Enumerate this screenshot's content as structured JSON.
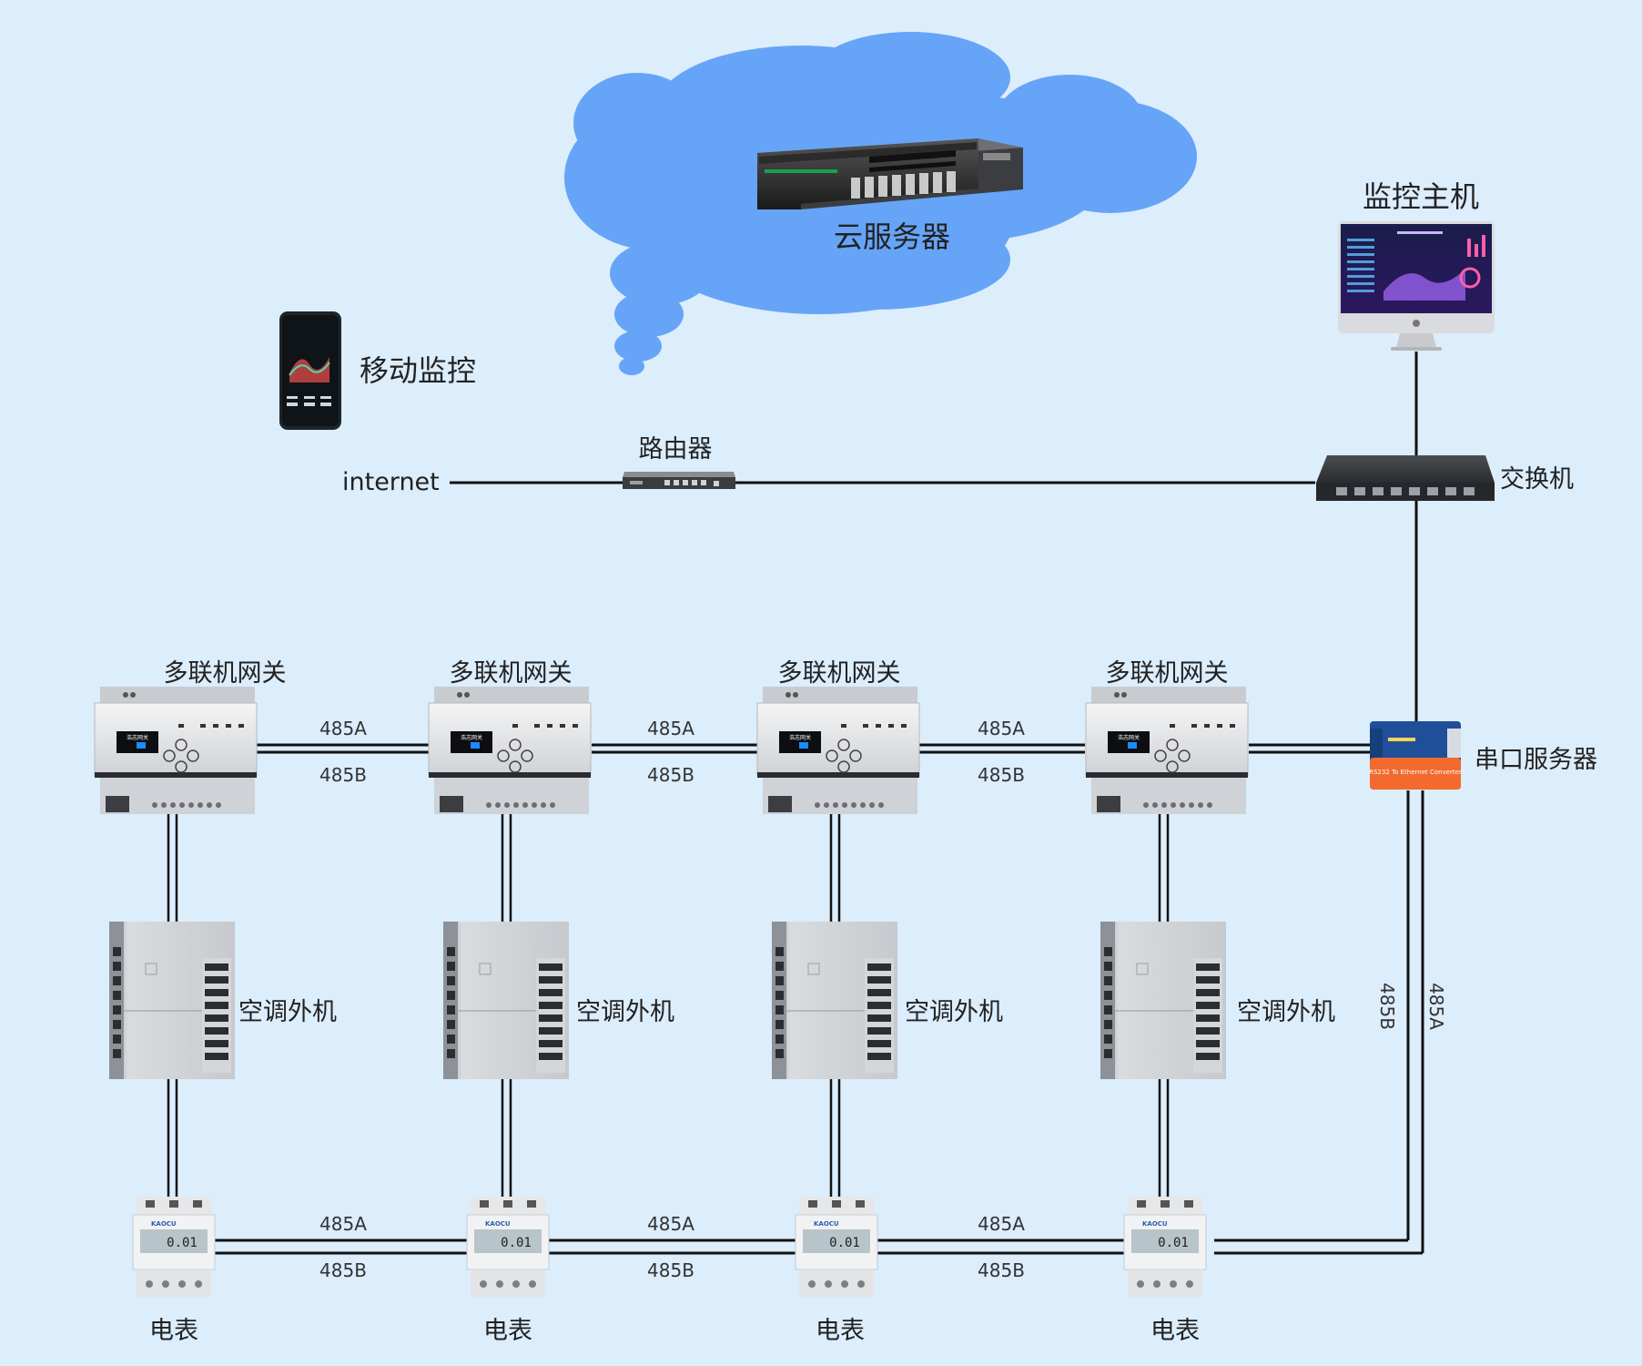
{
  "labels": {
    "cloud_server": "云服务器",
    "monitor_host": "监控主机",
    "mobile_monitor": "移动监控",
    "internet": "internet",
    "router": "路由器",
    "switch": "交换机",
    "serial_server": "串口服务器",
    "gateway": "多联机网关",
    "ac_outdoor": "空调外机",
    "meter": "电表",
    "bus_a": "485A",
    "bus_b": "485B"
  },
  "device_text": {
    "gateway_screen": "浩志网关",
    "serial_chip": "RS232 To Ethernet Converter",
    "meter_brand": "KAOCU",
    "meter_reading": "0.01"
  },
  "colors": {
    "background": "#dcedfc",
    "cloud": "#66a4f7",
    "line": "#111111",
    "serial_orange": "#f26a2e",
    "serial_blue": "#1f4f99"
  }
}
